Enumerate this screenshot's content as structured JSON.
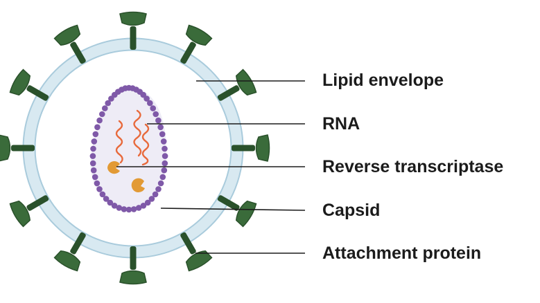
{
  "labels": {
    "lipid_envelope": "Lipid envelope",
    "rna": "RNA",
    "reverse_transcriptase": "Reverse transcriptase",
    "capsid": "Capsid",
    "attachment_protein": "Attachment protein"
  },
  "colors": {
    "envelope": "#d8e9f1",
    "envelope_edge": "#a9cbdc",
    "interior": "#ffffff",
    "spike": "#3a6b3a",
    "spike_dark": "#2a512b",
    "capsid_bead": "#7f59a8",
    "capsid_fill": "#eeecf6",
    "rna": "#e86a3c",
    "enzyme": "#e29a35",
    "leader": "#1b1b1b"
  }
}
